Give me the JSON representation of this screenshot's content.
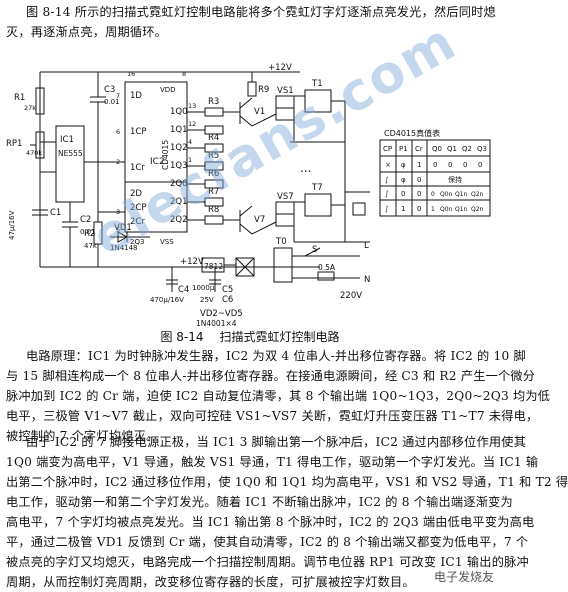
{
  "intro": [
    "图 8-14 所示的扫描式霓虹灯控制电路能将多个霓虹灯字灯逐渐点亮发光，然后同时熄",
    "灭，再逐渐点亮，周期循环。"
  ],
  "caption": {
    "num": "图 8-14",
    "title": "扫描式霓虹灯控制电路"
  },
  "body1": [
    "电路原理：IC1 为时钟脉冲发生器，IC2 为双 4 位串人-并出移位寄存器。将 IC2 的 10 脚",
    "与 15 脚相连构成一个 8 位串人-并出移位寄存器。在接通电源瞬间，经 C3 和 R2 产生一个微分",
    "脉冲加到 IC2 的 Cr 端，迫使 IC2 自动复位清零，其 8 个输出端 1Q0~1Q3，2Q0~2Q3 均为低",
    "电平，三极管 V1~V7 截止，双向可控硅 VS1~VS7 关断，霓虹灯升压变压器 T1~T7 未得电，",
    "被控制的 7 个字灯均熄灭。"
  ],
  "body2": [
    "由于 IC2 的 7 脚接电源正极，当 IC1 3 脚输出第一个脉冲后，IC2 通过内部移位作用使其",
    "1Q0 端变为高电平，V1 导通，触发 VS1 导通，T1 得电工作，驱动第一个字灯发光。当 IC1 输",
    "出第二个脉冲时，IC2 通过移位作用，使 1Q0 和 1Q1 均为高电平，VS1 和 VS2 导通，T1 和 T2 得",
    "电工作，驱动第一和第二个字灯发光。随着 IC1 不断输出脉冲，IC2 的 8 个输出端逐渐变为",
    "高电平，7 个字灯均被点亮发光。当 IC1 输出第 8 个脉冲时，IC2 的 2Q3 端由低电平变为高电",
    "平，通过二极管 VD1 反馈到 Cr 端，使其自动清零，IC2 的 8 个输出端又都变为低电平，7 个",
    "被点亮的字灯又均熄灭，电路完成一个扫描控制周期。调节电位器 RP1 可改变 IC1 输出的脉冲",
    "周期，从而控制灯亮周期，改变移位寄存器的长度，可扩展被控字灯数目。"
  ],
  "watermark": "elecfans.com",
  "watermark2": "电子发烧友",
  "circuit": {
    "ic1": {
      "name": "IC1",
      "part": "NE555"
    },
    "ic2": {
      "name": "IC2",
      "part": "CD4015"
    },
    "ic2_pins": [
      "1D",
      "1CP",
      "1Cr",
      "2D",
      "2CP",
      "2Cr",
      "VDD",
      "VSS",
      "2Q3"
    ],
    "outputs": [
      "1Q0",
      "1Q1",
      "1Q2",
      "1Q3",
      "2Q0",
      "2Q1",
      "2Q2"
    ],
    "components": {
      "r1": "R1",
      "r1v": "27k",
      "rp1": "RP1",
      "rp1v": "470k",
      "c1": "C1",
      "c1v": "47μ/16V",
      "c2": "C2",
      "c2v": "0.01",
      "c3": "C3",
      "c3v": "0.01",
      "r2": "R2",
      "r2v": "47k",
      "vd1": "VD1",
      "vd1v": "1N4148",
      "c4": "C4",
      "c4v": "470μ/16V",
      "c5": "C5",
      "c5v": "1000μ",
      "c6": "C6",
      "c6v": "25V",
      "reg": "7812",
      "bridge": "VD2~VD5",
      "bridgev": "1N4001×4",
      "v12a": "+12V",
      "v12b": "+12V",
      "tr0": "T0",
      "sw": "S",
      "fuse": "0.5A",
      "l": "L",
      "n": "N",
      "mains": "220V",
      "r9": "R9",
      "v1": "V1",
      "vs1": "VS1",
      "t1": "T1",
      "dots": "...",
      "v7": "V7",
      "vs7": "VS7",
      "t7": "T7",
      "r3": "R3",
      "r4": "R4",
      "r5": "R5",
      "r6": "R6",
      "r7": "R7",
      "r8": "R8",
      "p16": "16",
      "p8": "8",
      "p2": "2",
      "p3": "3",
      "p5": "5",
      "p6": "6",
      "p7": "7",
      "p12": "12",
      "p13": "13",
      "p4": "4",
      "p1": "1"
    },
    "truth_table": {
      "title": "CD4015真值表",
      "headers": [
        "CP",
        "P1",
        "Cr",
        "Q0",
        "Q1",
        "Q2",
        "Q3"
      ],
      "rows": [
        [
          "×",
          "φ",
          "1",
          "0",
          "0",
          "0",
          "0"
        ],
        [
          "∫",
          "φ",
          "0",
          "",
          "保持",
          "",
          ""
        ],
        [
          "∫",
          "0",
          "0",
          "0",
          "Q0n",
          "Q1n",
          "Q2n"
        ],
        [
          "∫",
          "1",
          "0",
          "1",
          "Q0n",
          "Q1n",
          "Q2n"
        ]
      ]
    }
  }
}
